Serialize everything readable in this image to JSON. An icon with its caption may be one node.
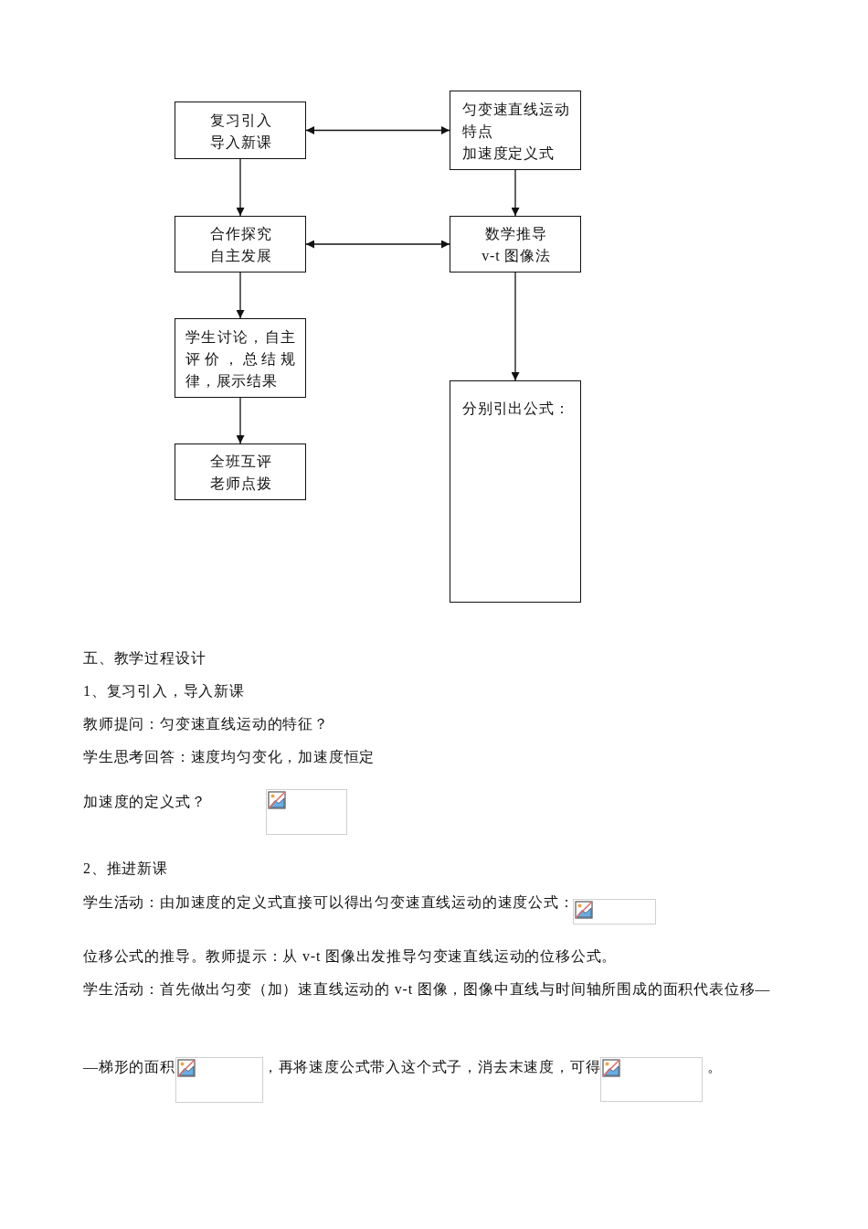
{
  "diagram": {
    "nodes": [
      {
        "text": [
          "复习引入",
          "导入新课"
        ]
      },
      {
        "text": [
          "匀变速直线运动特点",
          "加速度定义式"
        ]
      },
      {
        "text": [
          "合作探究",
          "自主发展"
        ]
      },
      {
        "text": [
          "数学推导",
          "v-t 图像法"
        ]
      },
      {
        "text": [
          "学生讨论，自主评价，总结规律，展示结果"
        ]
      },
      {
        "text": [
          "分别引出公式："
        ]
      },
      {
        "text": [
          "全班互评",
          "老师点拨"
        ]
      }
    ],
    "edges": [
      {
        "from": 0,
        "to": 1,
        "arrow": "both"
      },
      {
        "from": 0,
        "to": 2,
        "arrow": "to"
      },
      {
        "from": 1,
        "to": 3,
        "arrow": "to"
      },
      {
        "from": 2,
        "to": 3,
        "arrow": "both"
      },
      {
        "from": 2,
        "to": 4,
        "arrow": "to"
      },
      {
        "from": 3,
        "to": 5,
        "arrow": "to"
      },
      {
        "from": 4,
        "to": 6,
        "arrow": "to"
      }
    ],
    "labels": [
      "五、教学过程设计",
      "1、复习引入，导入新课",
      "教师提问：匀变速直线运动的特征？",
      "学生思考回答：速度均匀变化，加速度恒定",
      "加速度的定义式？",
      "2、推进新课",
      "学生活动：由加速度的定义式直接可以得出匀变速直线运动的速度公式：",
      "位移公式的推导。教师提示：从 v-t 图像出发推导匀变速直线运动的位移公式。",
      "学生活动：首先做出匀变（加）速直线运动的 v-t 图像，图像中直线与时间轴所围成的面积代表位移—",
      "—梯形的面积",
      "，再将速度公式带入这个式子，消去末速度，可得",
      "。"
    ]
  }
}
